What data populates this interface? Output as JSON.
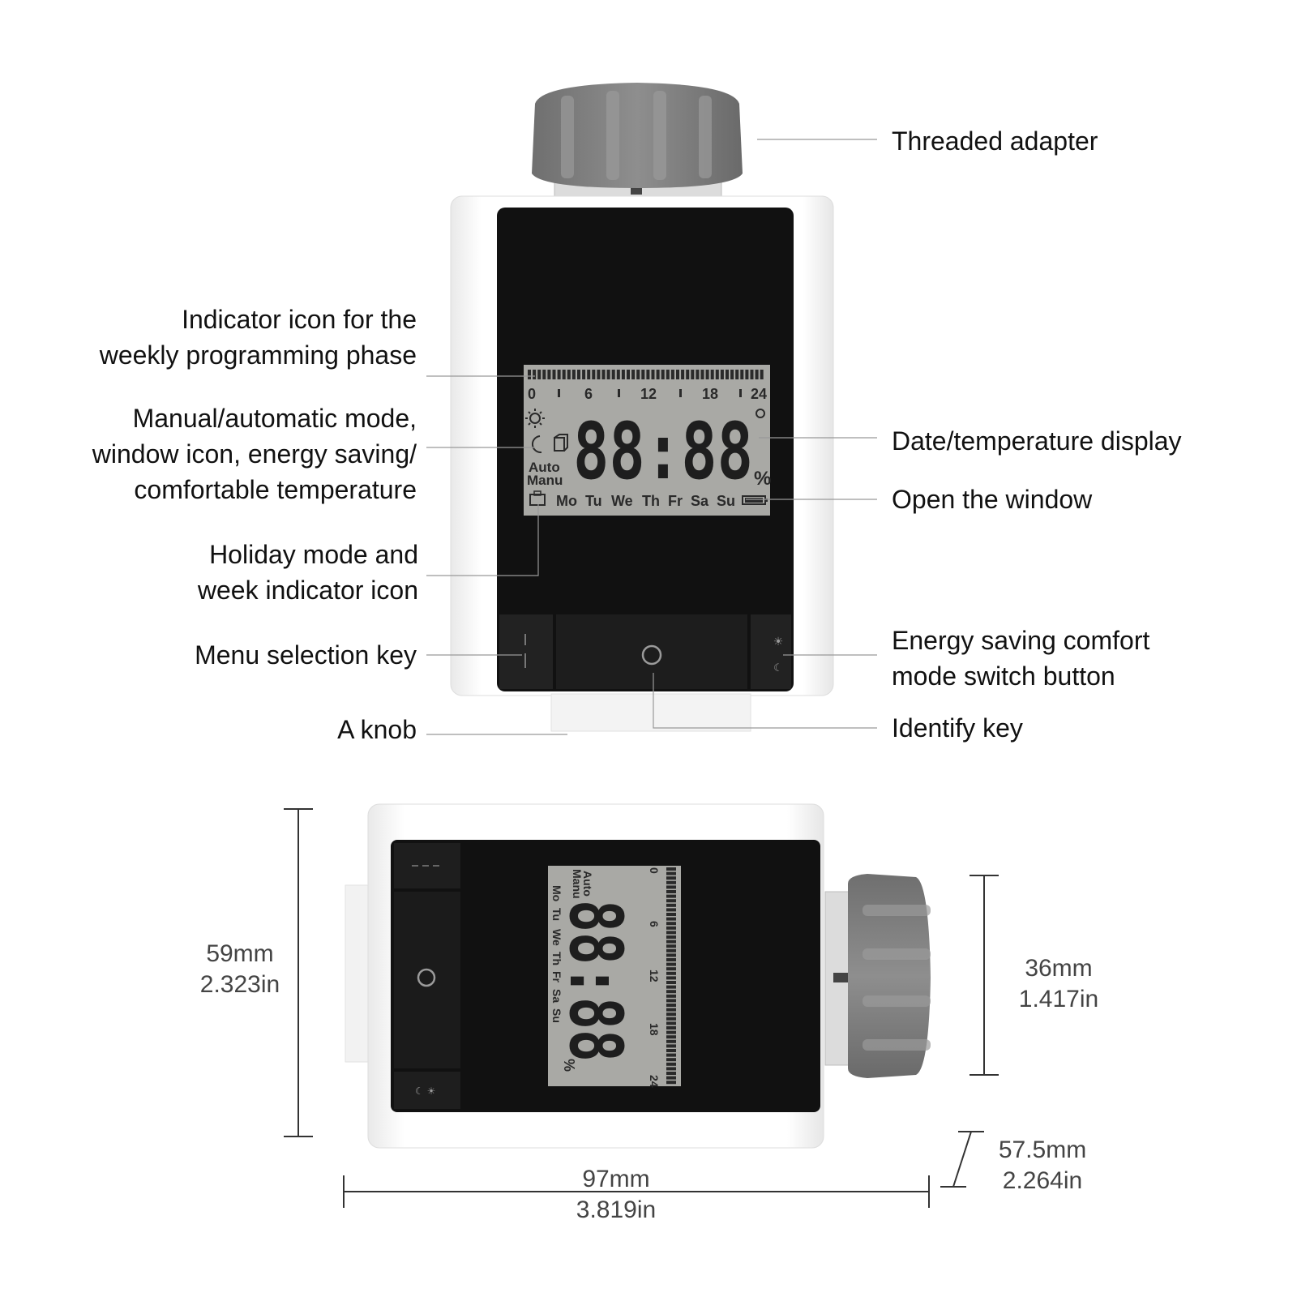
{
  "labels": {
    "threaded_adapter": "Threaded adapter",
    "indicator_weekly": [
      "Indicator icon for the",
      "weekly programming phase"
    ],
    "manual_auto": [
      "Manual/automatic mode,",
      "window icon, energy saving/",
      "comfortable temperature"
    ],
    "holiday_week": [
      "Holiday mode and",
      "week indicator icon"
    ],
    "menu_selection": "Menu selection key",
    "a_knob": "A knob",
    "date_temperature": "Date/temperature display",
    "open_window": "Open the window",
    "energy_saving_switch": [
      "Energy saving comfort",
      "mode switch button"
    ],
    "identify_key": "Identify key"
  },
  "lcd": {
    "scale_ticks": [
      "0",
      "6",
      "12",
      "18",
      "24"
    ],
    "digits": "88:88",
    "percent": "%",
    "mode_auto": "Auto",
    "mode_manu": "Manu",
    "weekdays": [
      "Mo",
      "Tu",
      "We",
      "Th",
      "Fr",
      "Sa",
      "Su"
    ]
  },
  "dimensions": {
    "height": [
      "59mm",
      "2.323in"
    ],
    "adapter_diameter": [
      "36mm",
      "1.417in"
    ],
    "depth": [
      "57.5mm",
      "2.264in"
    ],
    "width": [
      "97mm",
      "3.819in"
    ]
  },
  "colors": {
    "body": "#ffffff",
    "panel": "#111111",
    "lcd": "#a9a9a5",
    "adapter": "#808080",
    "leader": "#999999"
  },
  "icons": [
    "sun-icon",
    "moon-icon",
    "window-icon",
    "suitcase-icon",
    "battery-icon",
    "circle-button-icon",
    "degree-icon"
  ]
}
